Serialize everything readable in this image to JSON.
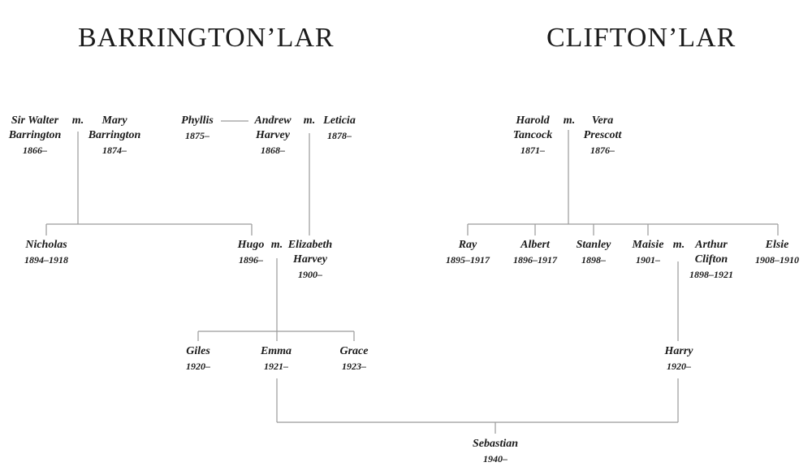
{
  "titles": {
    "barrington": "BARRINGTON’LAR",
    "clifton": "CLIFTON’LAR"
  },
  "marriage_label": "m.",
  "people": {
    "walter": {
      "name1": "Sir Walter",
      "name2": "Barrington",
      "years": "1866–"
    },
    "mary": {
      "name1": "Mary",
      "name2": "Barrington",
      "years": "1874–"
    },
    "phyllis": {
      "name1": "Phyllis",
      "years": "1875–"
    },
    "andrew": {
      "name1": "Andrew",
      "name2": "Harvey",
      "years": "1868–"
    },
    "leticia": {
      "name1": "Leticia",
      "years": "1878–"
    },
    "harold": {
      "name1": "Harold",
      "name2": "Tancock",
      "years": "1871–"
    },
    "vera": {
      "name1": "Vera",
      "name2": "Prescott",
      "years": "1876–"
    },
    "nicholas": {
      "name1": "Nicholas",
      "years": "1894–1918"
    },
    "hugo": {
      "name1": "Hugo",
      "years": "1896–"
    },
    "elizabeth": {
      "name1": "Elizabeth",
      "name2": "Harvey",
      "years": "1900–"
    },
    "ray": {
      "name1": "Ray",
      "years": "1895–1917"
    },
    "albert": {
      "name1": "Albert",
      "years": "1896–1917"
    },
    "stanley": {
      "name1": "Stanley",
      "years": "1898–"
    },
    "maisie": {
      "name1": "Maisie",
      "years": "1901–"
    },
    "arthur": {
      "name1": "Arthur",
      "name2": "Clifton",
      "years": "1898–1921"
    },
    "elsie": {
      "name1": "Elsie",
      "years": "1908–1910"
    },
    "giles": {
      "name1": "Giles",
      "years": "1920–"
    },
    "emma": {
      "name1": "Emma",
      "years": "1921–"
    },
    "grace": {
      "name1": "Grace",
      "years": "1923–"
    },
    "harry": {
      "name1": "Harry",
      "years": "1920–"
    },
    "sebastian": {
      "name1": "Sebastian",
      "years": "1940–"
    }
  },
  "colors": {
    "line": "#9a9a9a",
    "text": "#1a1a1a"
  }
}
